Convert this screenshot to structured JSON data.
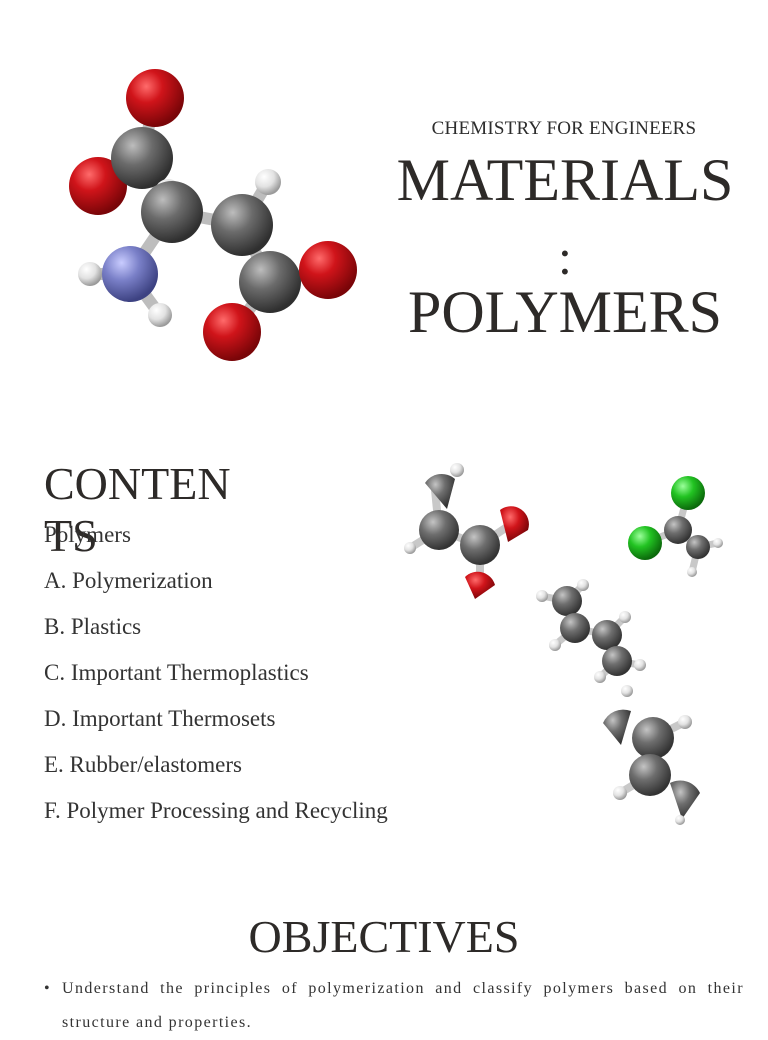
{
  "header": {
    "subtitle": "CHEMISTRY FOR ENGINEERS",
    "title_line1": "MATERIALS",
    "title_line2": ":",
    "title_line3": "POLYMERS"
  },
  "images": {
    "main_molecule": "molecule-model-icon",
    "small_molecules": "molecule-model-icon"
  },
  "colors": {
    "oxygen": "#d0141a",
    "carbon": "#6b6b6b",
    "nitrogen": "#7a80c8",
    "hydrogen": "#e6e6e6",
    "chlorine": "#22c322"
  },
  "contents": {
    "heading": "CONTENTS",
    "items": [
      "Polymers",
      "A. Polymerization",
      "B. Plastics",
      "C. Important Thermoplastics",
      "D. Important Thermosets",
      "E. Rubber/elastomers",
      "F. Polymer Processing and Recycling"
    ]
  },
  "objectives": {
    "heading": "OBJECTIVES",
    "bullets": [
      "Understand the principles of polymerization and classify polymers based on their structure and properties."
    ]
  }
}
